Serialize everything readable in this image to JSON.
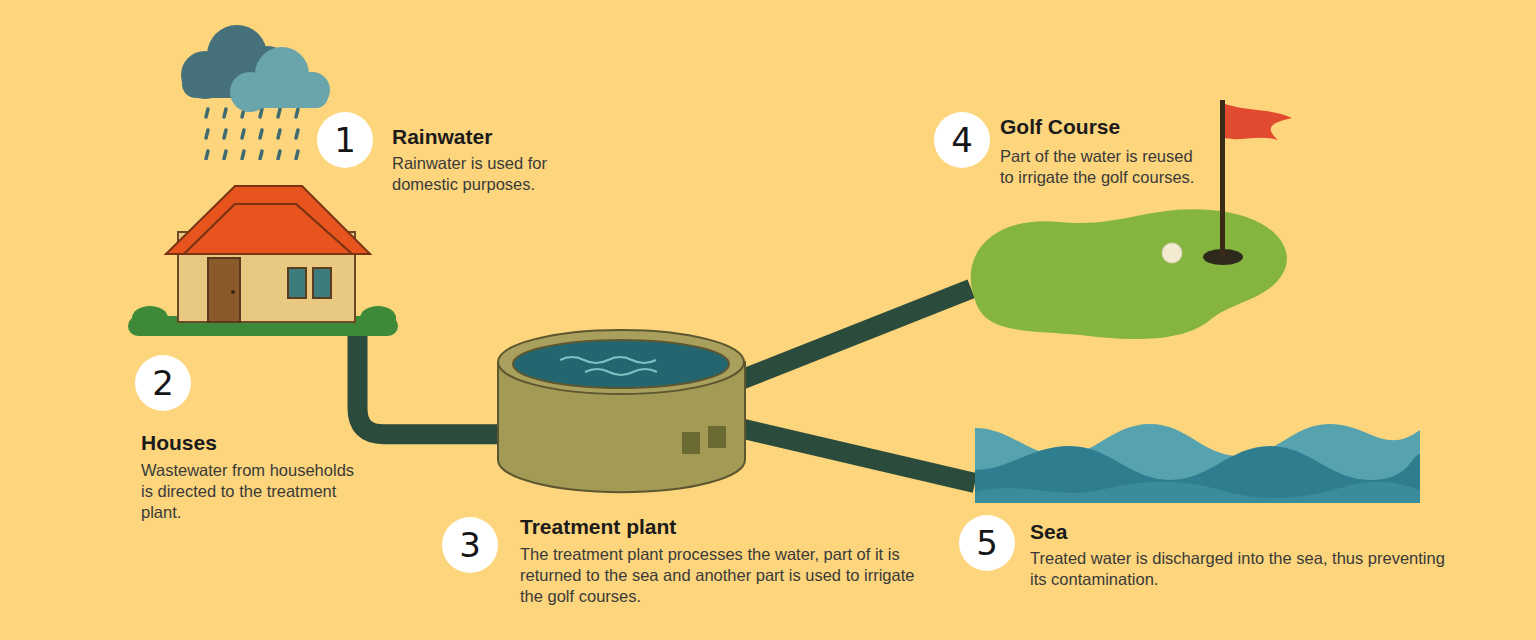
{
  "diagram": {
    "nodes": [
      {
        "text": [
          "1",
          "Rainwater",
          "Rainwater is used for domestic purposes."
        ]
      },
      {
        "text": [
          "2",
          "Houses",
          "Wastewater from households is directed to the treatment plant."
        ]
      },
      {
        "text": [
          "3",
          "Treatment plant",
          "The treatment plant processes the water, part of it is returned to the sea and another part is used to irrigate the golf courses."
        ]
      },
      {
        "text": [
          "4",
          "Golf Course",
          "Part of the water is reused to irrigate the golf courses."
        ]
      },
      {
        "text": [
          "5",
          "Sea",
          "Treated water is discharged into the sea, thus preventing its contamination."
        ]
      }
    ],
    "edges": [
      {
        "from": 1,
        "to": 2,
        "arrow": "none"
      },
      {
        "from": 2,
        "to": 3,
        "arrow": "none"
      },
      {
        "from": 2,
        "to": 4,
        "arrow": "none"
      }
    ]
  }
}
